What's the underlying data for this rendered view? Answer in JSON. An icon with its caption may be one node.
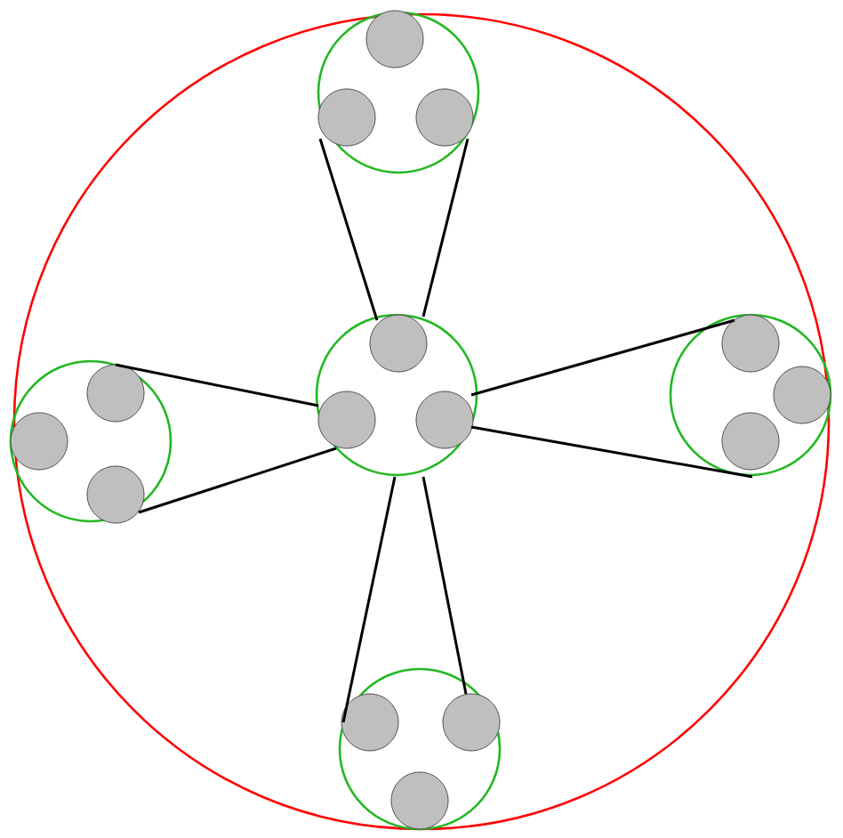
{
  "diagram": {
    "nodes": [
      {
        "text": [],
        "shape": "circle"
      },
      {
        "text": [],
        "shape": "circle",
        "in": 0
      },
      {
        "text": [],
        "shape": "circle",
        "in": 0
      },
      {
        "text": [],
        "shape": "circle",
        "in": 0
      },
      {
        "text": [],
        "shape": "circle",
        "in": 0
      },
      {
        "text": [],
        "shape": "circle",
        "in": 0
      }
    ],
    "edges": [
      {
        "from": 3,
        "to": 1,
        "arrow": "none"
      },
      {
        "from": 3,
        "to": 1,
        "arrow": "none"
      },
      {
        "from": 3,
        "to": 2,
        "arrow": "none"
      },
      {
        "from": 3,
        "to": 2,
        "arrow": "none"
      },
      {
        "from": 3,
        "to": 4,
        "arrow": "none"
      },
      {
        "from": 3,
        "to": 4,
        "arrow": "none"
      },
      {
        "from": 3,
        "to": 5,
        "arrow": "none"
      },
      {
        "from": 3,
        "to": 5,
        "arrow": "none"
      }
    ]
  }
}
